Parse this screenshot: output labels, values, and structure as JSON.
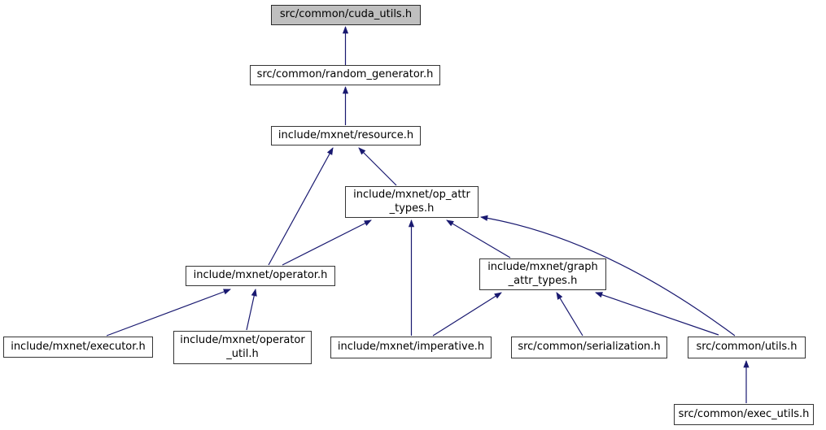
{
  "diagram": {
    "kind": "include-dependency-graph",
    "root": "src/common/cuda_utils.h"
  },
  "colors": {
    "edge": "#191970",
    "node_fill": "#ffffff",
    "node_border": "#353535",
    "root_fill": "#bfbfbf",
    "background": "#ffffff"
  },
  "nodes": [
    {
      "id": "cuda_utils",
      "label": "src/common/cuda_utils.h"
    },
    {
      "id": "random_generator",
      "label": "src/common/random_generator.h"
    },
    {
      "id": "resource",
      "label": "include/mxnet/resource.h"
    },
    {
      "id": "op_attr_types",
      "label": "include/mxnet/op_attr\n_types.h"
    },
    {
      "id": "operator",
      "label": "include/mxnet/operator.h"
    },
    {
      "id": "graph_attr_types",
      "label": "include/mxnet/graph\n_attr_types.h"
    },
    {
      "id": "executor",
      "label": "include/mxnet/executor.h"
    },
    {
      "id": "operator_util",
      "label": "include/mxnet/operator\n_util.h"
    },
    {
      "id": "imperative",
      "label": "include/mxnet/imperative.h"
    },
    {
      "id": "serialization",
      "label": "src/common/serialization.h"
    },
    {
      "id": "utils",
      "label": "src/common/utils.h"
    },
    {
      "id": "exec_utils",
      "label": "src/common/exec_utils.h"
    }
  ],
  "edges": [
    {
      "from": "random_generator",
      "to": "cuda_utils"
    },
    {
      "from": "resource",
      "to": "random_generator"
    },
    {
      "from": "operator",
      "to": "resource"
    },
    {
      "from": "op_attr_types",
      "to": "resource"
    },
    {
      "from": "operator",
      "to": "op_attr_types"
    },
    {
      "from": "imperative",
      "to": "op_attr_types"
    },
    {
      "from": "graph_attr_types",
      "to": "op_attr_types"
    },
    {
      "from": "utils",
      "to": "op_attr_types"
    },
    {
      "from": "imperative",
      "to": "graph_attr_types"
    },
    {
      "from": "serialization",
      "to": "graph_attr_types"
    },
    {
      "from": "utils",
      "to": "graph_attr_types"
    },
    {
      "from": "exec_utils",
      "to": "utils"
    },
    {
      "from": "executor",
      "to": "operator"
    },
    {
      "from": "operator_util",
      "to": "operator"
    }
  ]
}
